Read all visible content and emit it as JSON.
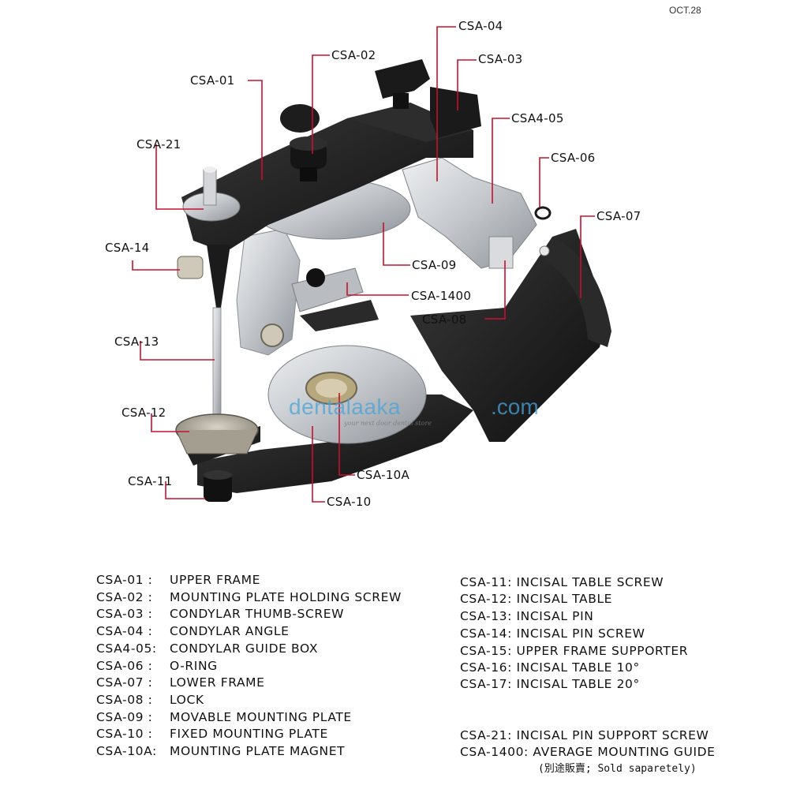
{
  "date_mark": "OCT.28",
  "watermark": {
    "brand_left": "dentalaaka",
    "brand_right": ".com",
    "tagline": "your next door dental store"
  },
  "callouts": [
    {
      "id": "csa-04",
      "label": "CSA-04"
    },
    {
      "id": "csa-02",
      "label": "CSA-02"
    },
    {
      "id": "csa-03",
      "label": "CSA-03"
    },
    {
      "id": "csa-01",
      "label": "CSA-01"
    },
    {
      "id": "csa4-05",
      "label": "CSA4-05"
    },
    {
      "id": "csa-21",
      "label": "CSA-21"
    },
    {
      "id": "csa-06",
      "label": "CSA-06"
    },
    {
      "id": "csa-07",
      "label": "CSA-07"
    },
    {
      "id": "csa-14",
      "label": "CSA-14"
    },
    {
      "id": "csa-09",
      "label": "CSA-09"
    },
    {
      "id": "csa-1400",
      "label": "CSA-1400"
    },
    {
      "id": "csa-08",
      "label": "CSA-08"
    },
    {
      "id": "csa-13",
      "label": "CSA-13"
    },
    {
      "id": "csa-12",
      "label": "CSA-12"
    },
    {
      "id": "csa-10a",
      "label": "CSA-10A"
    },
    {
      "id": "csa-11",
      "label": "CSA-11"
    },
    {
      "id": "csa-10",
      "label": "CSA-10"
    }
  ],
  "legend_left": [
    {
      "code": "CSA-01  :",
      "desc": "UPPER FRAME"
    },
    {
      "code": "CSA-02  :",
      "desc": "MOUNTING PLATE HOLDING SCREW"
    },
    {
      "code": "CSA-03  :",
      "desc": "CONDYLAR THUMB-SCREW"
    },
    {
      "code": "CSA-04  :",
      "desc": "CONDYLAR ANGLE"
    },
    {
      "code": "CSA4-05:",
      "desc": "CONDYLAR GUIDE BOX"
    },
    {
      "code": "CSA-06  :",
      "desc": "O-RING"
    },
    {
      "code": "CSA-07  :",
      "desc": "LOWER FRAME"
    },
    {
      "code": "CSA-08  :",
      "desc": "LOCK"
    },
    {
      "code": "CSA-09  :",
      "desc": "MOVABLE MOUNTING PLATE"
    },
    {
      "code": "CSA-10  :",
      "desc": "FIXED MOUNTING PLATE"
    },
    {
      "code": "CSA-10A:",
      "desc": "MOUNTING PLATE MAGNET"
    }
  ],
  "legend_right": [
    {
      "code": "CSA-11:",
      "desc": "INCISAL TABLE SCREW"
    },
    {
      "code": "CSA-12:",
      "desc": "INCISAL TABLE"
    },
    {
      "code": "CSA-13:",
      "desc": "INCISAL PIN"
    },
    {
      "code": "CSA-14:",
      "desc": "INCISAL PIN SCREW"
    },
    {
      "code": "CSA-15:",
      "desc": "UPPER FRAME SUPPORTER"
    },
    {
      "code": "CSA-16:",
      "desc": "INCISAL TABLE 10°"
    },
    {
      "code": "CSA-17:",
      "desc": "INCISAL TABLE 20°"
    },
    {
      "code": "CSA-21:",
      "desc": "INCISAL PIN SUPPORT SCREW"
    },
    {
      "code": "CSA-1400:",
      "desc": "AVERAGE MOUNTING GUIDE"
    }
  ],
  "sold_note": "(別途販賣; Sold saparetely)",
  "colors": {
    "leader": "#c8102e",
    "frame": "#1c1c1c",
    "metal": "#c9ccd0",
    "metal_dark": "#8d9196",
    "watermark": "#4aa3d8"
  }
}
